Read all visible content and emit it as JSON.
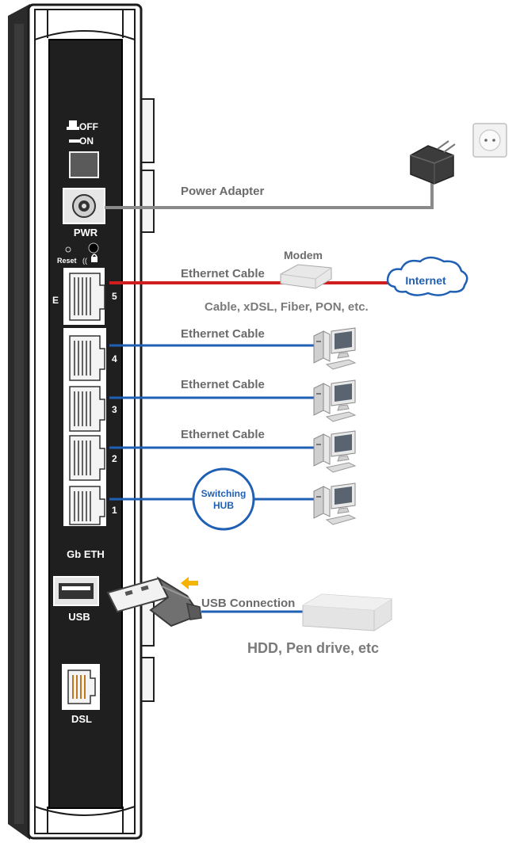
{
  "router": {
    "power_switch": {
      "off": "OFF",
      "on": "ON"
    },
    "pwr_label": "PWR",
    "reset_label": "Reset",
    "wan_port_letter": "E",
    "wan_port_number": "5",
    "lan_ports": [
      "4",
      "3",
      "2",
      "1"
    ],
    "eth_label": "Gb ETH",
    "usb_label": "USB",
    "dsl_label": "DSL"
  },
  "connections": {
    "power_adapter": "Power Adapter",
    "modem": "Modem",
    "ethernet_cable": "Ethernet Cable",
    "internet": "Internet",
    "wan_types": "Cable, xDSL, Fiber, PON, etc.",
    "switching_hub": [
      "Switching",
      "HUB"
    ],
    "usb_connection": "USB Connection",
    "storage": "HDD, Pen drive, etc"
  },
  "colors": {
    "wan_cable": "#d01e1e",
    "lan_cable": "#1f5fb4",
    "power_cable": "#8a8a8a",
    "label_gray": "#6b6b6b",
    "usb_arrow": "#f5b400"
  }
}
